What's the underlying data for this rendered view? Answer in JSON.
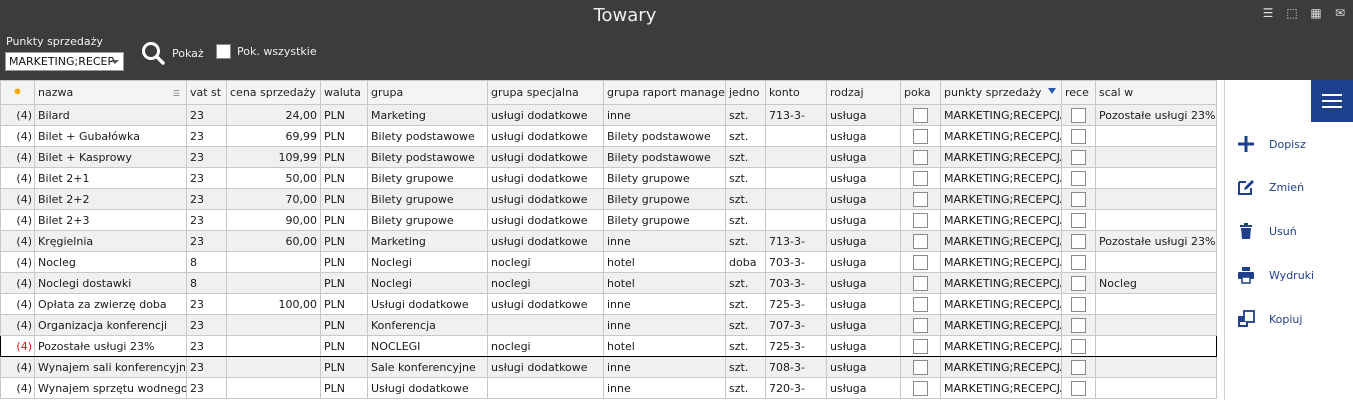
{
  "window": {
    "title": "Towary"
  },
  "toolbar": {
    "points_label": "Punkty sprzedaży",
    "points_value": "MARKETING;RECEP",
    "show_label": "Pokaż",
    "show_all_label": "Pok. wszystkie"
  },
  "table": {
    "headers": {
      "nazwa": "nazwa",
      "vat": "vat st",
      "cena": "cena sprzedaży",
      "waluta": "waluta",
      "grupa": "grupa",
      "grupa_spec": "grupa specjalna",
      "grupa_raport": "grupa raport manage",
      "jedn": "jedno",
      "konto": "konto",
      "rodzaj": "rodzaj",
      "pokaz": "poka",
      "punkty": "punkty sprzedaży",
      "rece": "rece",
      "scal": "scal w"
    },
    "rows": [
      {
        "idx": "(4)",
        "nazwa": "Bilard",
        "vat": "23",
        "cena": "24,00",
        "waluta": "PLN",
        "grupa": "Marketing",
        "grupa_spec": "usługi dodatkowe",
        "grupa_raport": "inne",
        "jedn": "szt.",
        "konto": "713-3-",
        "rodzaj": "usługa",
        "punkty": "MARKETING;RECEPCJA",
        "scal": "Pozostałe usługi 23%"
      },
      {
        "idx": "(4)",
        "nazwa": "Bilet + Gubałówka",
        "vat": "23",
        "cena": "69,99",
        "waluta": "PLN",
        "grupa": "Bilety podstawowe",
        "grupa_spec": "usługi dodatkowe",
        "grupa_raport": "Bilety podstawowe",
        "jedn": "szt.",
        "konto": "",
        "rodzaj": "usługa",
        "punkty": "MARKETING;RECEPCJA",
        "scal": ""
      },
      {
        "idx": "(4)",
        "nazwa": "Bilet + Kasprowy",
        "vat": "23",
        "cena": "109,99",
        "waluta": "PLN",
        "grupa": "Bilety podstawowe",
        "grupa_spec": "usługi dodatkowe",
        "grupa_raport": "Bilety podstawowe",
        "jedn": "szt.",
        "konto": "",
        "rodzaj": "usługa",
        "punkty": "MARKETING;RECEPCJA",
        "scal": ""
      },
      {
        "idx": "(4)",
        "nazwa": "Bilet 2+1",
        "vat": "23",
        "cena": "50,00",
        "waluta": "PLN",
        "grupa": "Bilety grupowe",
        "grupa_spec": "usługi dodatkowe",
        "grupa_raport": "Bilety grupowe",
        "jedn": "szt.",
        "konto": "",
        "rodzaj": "usługa",
        "punkty": "MARKETING;RECEPCJA",
        "scal": ""
      },
      {
        "idx": "(4)",
        "nazwa": "Bilet 2+2",
        "vat": "23",
        "cena": "70,00",
        "waluta": "PLN",
        "grupa": "Bilety grupowe",
        "grupa_spec": "usługi dodatkowe",
        "grupa_raport": "Bilety grupowe",
        "jedn": "szt.",
        "konto": "",
        "rodzaj": "usługa",
        "punkty": "MARKETING;RECEPCJA",
        "scal": ""
      },
      {
        "idx": "(4)",
        "nazwa": "Bilet 2+3",
        "vat": "23",
        "cena": "90,00",
        "waluta": "PLN",
        "grupa": "Bilety grupowe",
        "grupa_spec": "usługi dodatkowe",
        "grupa_raport": "Bilety grupowe",
        "jedn": "szt.",
        "konto": "",
        "rodzaj": "usługa",
        "punkty": "MARKETING;RECEPCJA",
        "scal": ""
      },
      {
        "idx": "(4)",
        "nazwa": "Kręgielnia",
        "vat": "23",
        "cena": "60,00",
        "waluta": "PLN",
        "grupa": "Marketing",
        "grupa_spec": "usługi dodatkowe",
        "grupa_raport": "inne",
        "jedn": "szt.",
        "konto": "713-3-",
        "rodzaj": "usługa",
        "punkty": "MARKETING;RECEPCJA",
        "scal": "Pozostałe usługi 23%"
      },
      {
        "idx": "(4)",
        "nazwa": "Nocleg",
        "vat": "8",
        "cena": "",
        "waluta": "PLN",
        "grupa": "Noclegi",
        "grupa_spec": "noclegi",
        "grupa_raport": "hotel",
        "jedn": "doba",
        "konto": "703-3-",
        "rodzaj": "usługa",
        "punkty": "MARKETING;RECEPCJA",
        "scal": ""
      },
      {
        "idx": "(4)",
        "nazwa": "Noclegi dostawki",
        "vat": "8",
        "cena": "",
        "waluta": "PLN",
        "grupa": "Noclegi",
        "grupa_spec": "noclegi",
        "grupa_raport": "hotel",
        "jedn": "szt.",
        "konto": "703-3-",
        "rodzaj": "usługa",
        "punkty": "MARKETING;RECEPCJA",
        "scal": "Nocleg"
      },
      {
        "idx": "(4)",
        "nazwa": "Opłata za zwierzę doba",
        "vat": "23",
        "cena": "100,00",
        "waluta": "PLN",
        "grupa": "Usługi dodatkowe",
        "grupa_spec": "usługi dodatkowe",
        "grupa_raport": "inne",
        "jedn": "szt.",
        "konto": "725-3-",
        "rodzaj": "usługa",
        "punkty": "MARKETING;RECEPCJA",
        "scal": ""
      },
      {
        "idx": "(4)",
        "nazwa": "Organizacja konferencji",
        "vat": "23",
        "cena": "",
        "waluta": "PLN",
        "grupa": "Konferencja",
        "grupa_spec": "",
        "grupa_raport": "inne",
        "jedn": "szt.",
        "konto": "707-3-",
        "rodzaj": "usługa",
        "punkty": "MARKETING;RECEPCJA",
        "scal": ""
      },
      {
        "idx": "(4)",
        "nazwa": "Pozostałe usługi 23%",
        "vat": "23",
        "cena": "",
        "waluta": "PLN",
        "grupa": "NOCLEGI",
        "grupa_spec": "noclegi",
        "grupa_raport": "hotel",
        "jedn": "szt.",
        "konto": "725-3-",
        "rodzaj": "usługa",
        "punkty": "MARKETING;RECEPCJA",
        "scal": ""
      },
      {
        "idx": "(4)",
        "nazwa": "Wynajem sali konferencyjnej",
        "vat": "23",
        "cena": "",
        "waluta": "PLN",
        "grupa": "Sale konferencyjne",
        "grupa_spec": "usługi dodatkowe",
        "grupa_raport": "inne",
        "jedn": "szt.",
        "konto": "708-3-",
        "rodzaj": "usługa",
        "punkty": "MARKETING;RECEPCJA",
        "scal": ""
      },
      {
        "idx": "(4)",
        "nazwa": "Wynajem sprzętu wodnego",
        "vat": "23",
        "cena": "",
        "waluta": "PLN",
        "grupa": "Usługi dodatkowe",
        "grupa_spec": "",
        "grupa_raport": "inne",
        "jedn": "szt.",
        "konto": "720-3-",
        "rodzaj": "usługa",
        "punkty": "MARKETING;RECEPCJA",
        "scal": ""
      }
    ],
    "selected_row": 11
  },
  "sidebar": {
    "add_label": "Dopisz",
    "edit_label": "Zmień",
    "delete_label": "Usuń",
    "print_label": "Wydruki",
    "copy_label": "Kopiuj"
  },
  "colors": {
    "accent": "#1e3f8c",
    "topbar": "#3c3c3c",
    "alt_row": "#f0f0f0",
    "marker": "#d21a1a"
  }
}
